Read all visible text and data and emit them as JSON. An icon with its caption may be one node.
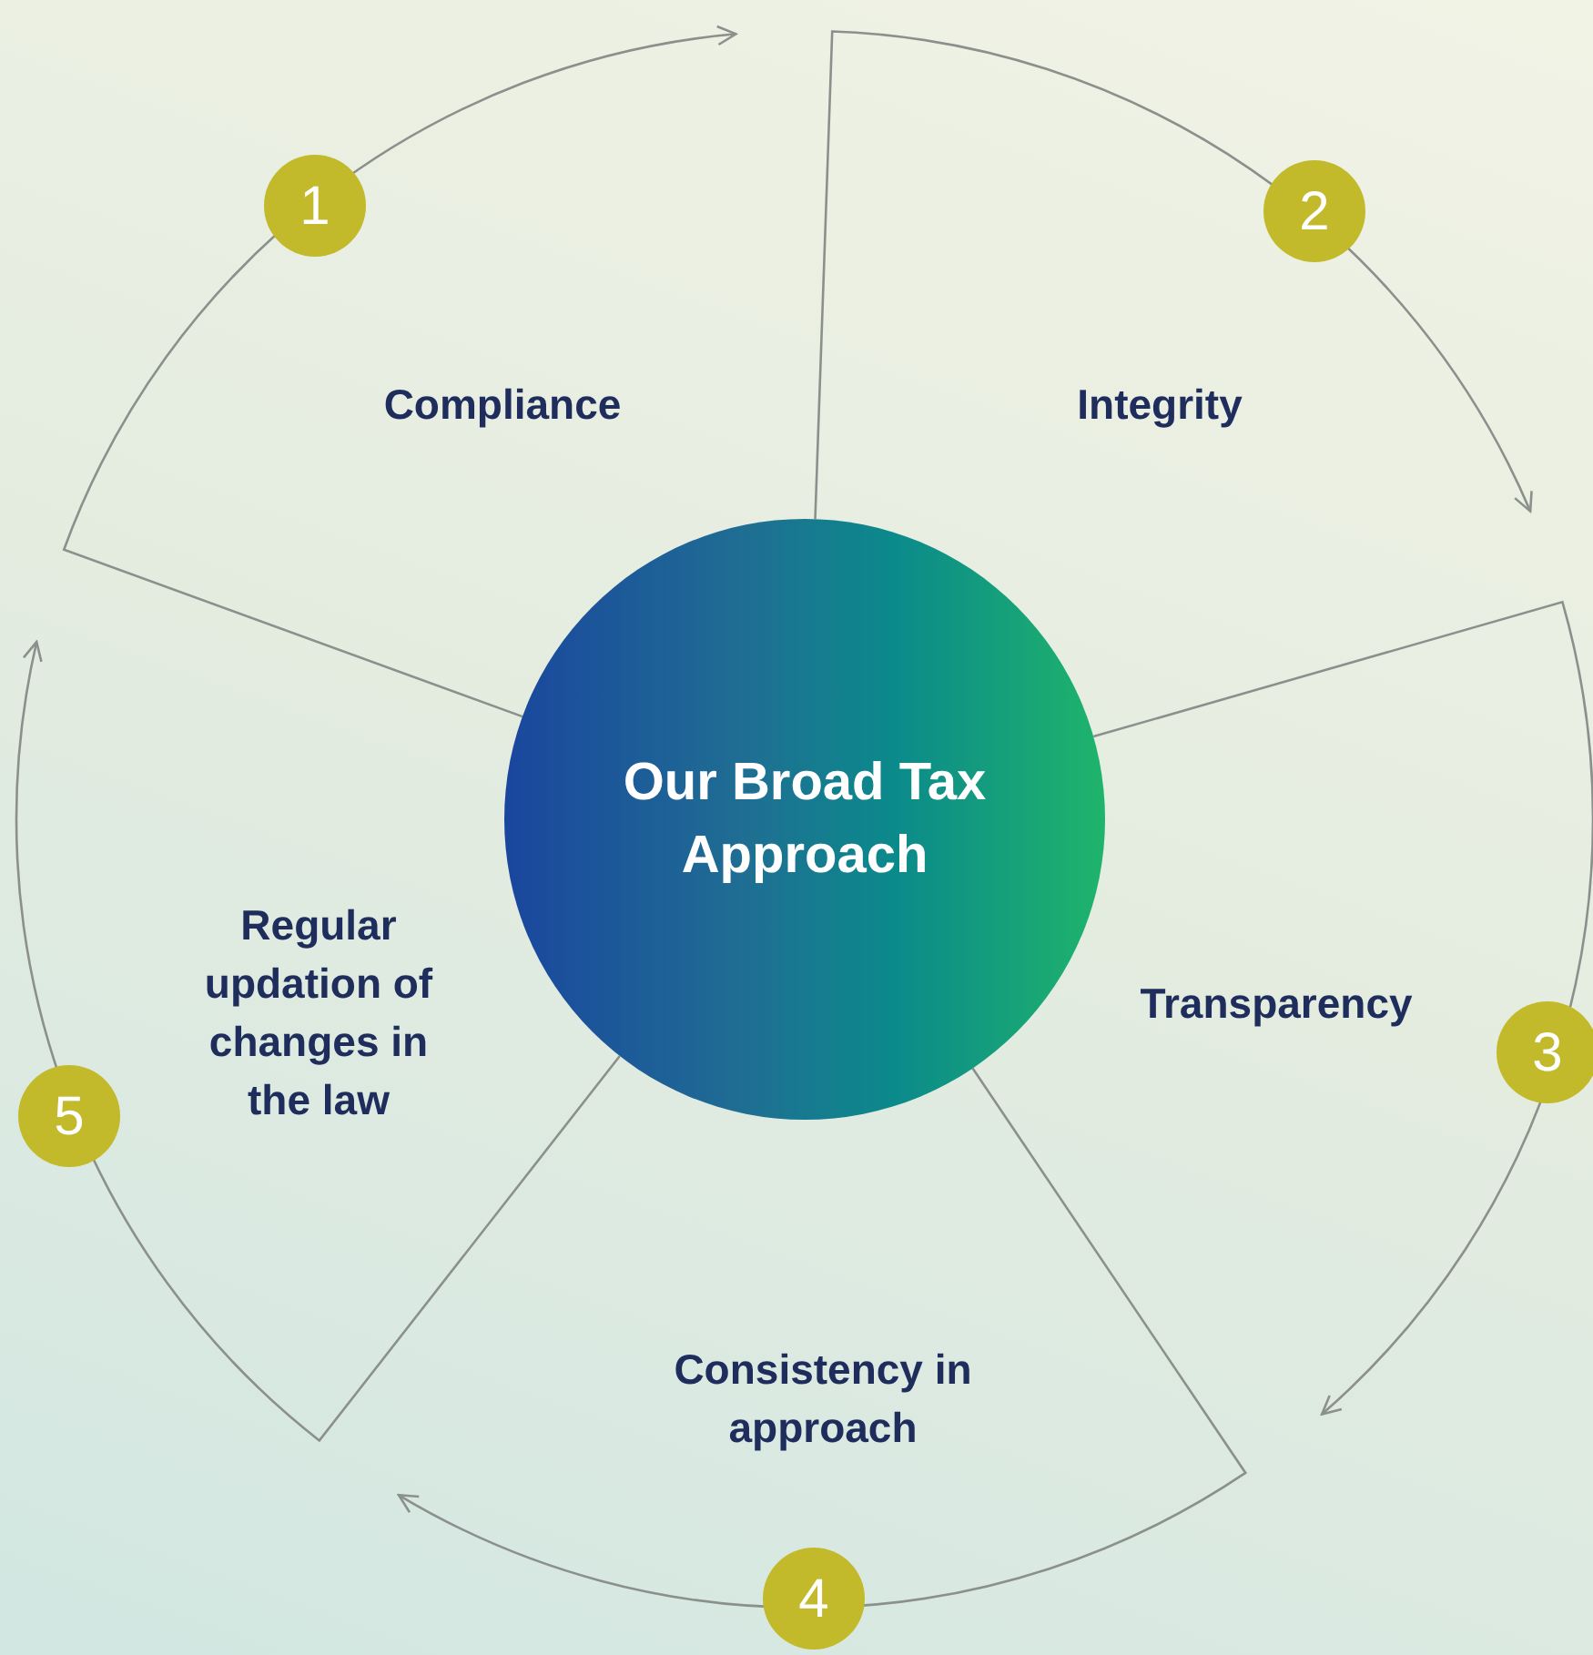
{
  "diagram": {
    "nodes": [
      {
        "text": [
          "Our Broad Tax Approach"
        ]
      },
      {
        "text": [
          "Compliance"
        ]
      },
      {
        "text": [
          "Integrity"
        ]
      },
      {
        "text": [
          "Transparency"
        ]
      },
      {
        "text": [
          "Consistency in approach"
        ]
      },
      {
        "text": [
          "Regular updation of changes in the law"
        ]
      },
      {
        "text": [
          "1"
        ]
      },
      {
        "text": [
          "2"
        ]
      },
      {
        "text": [
          "3"
        ]
      },
      {
        "text": [
          "4"
        ]
      },
      {
        "text": [
          "5"
        ]
      }
    ]
  }
}
